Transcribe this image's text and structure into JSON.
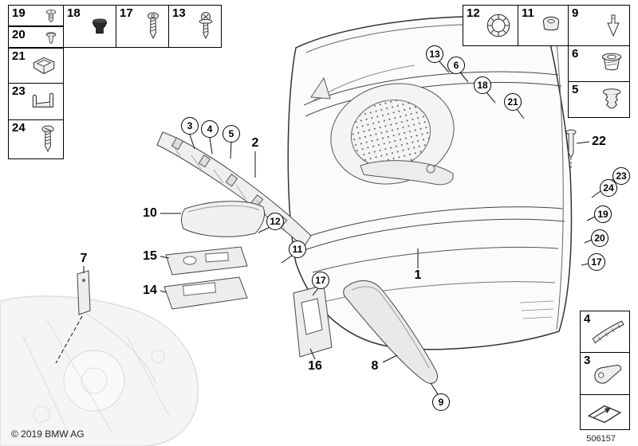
{
  "doc": {
    "copyright": "© 2019 BMW AG",
    "number": "506157"
  },
  "boxed": {
    "p19": {
      "label": "19",
      "icon": "expanding-rivet-icon"
    },
    "p20": {
      "label": "20",
      "icon": "expanding-clip-icon"
    },
    "p18": {
      "label": "18",
      "icon": "grommet-icon"
    },
    "p17": {
      "label": "17",
      "icon": "tapping-screw-icon"
    },
    "p13": {
      "label": "13",
      "icon": "washer-screw-icon"
    },
    "p21": {
      "label": "21",
      "icon": "clip-bracket-icon"
    },
    "p23": {
      "label": "23",
      "icon": "clamp-bracket-icon"
    },
    "p24": {
      "label": "24",
      "icon": "screw-icon"
    },
    "p12": {
      "label": "12",
      "icon": "lock-ring-icon"
    },
    "p11": {
      "label": "11",
      "icon": "cap-nut-icon"
    },
    "p9": {
      "label": "9",
      "icon": "retainer-clip-icon"
    },
    "p6": {
      "label": "6",
      "icon": "grommet-sleeve-icon"
    },
    "p5": {
      "label": "5",
      "icon": "expansion-plug-icon"
    },
    "p4": {
      "label": "4",
      "icon": "trim-strip-icon"
    },
    "p3": {
      "label": "3",
      "icon": "bracket-icon"
    }
  },
  "callouts": {
    "c3": "3",
    "c4": "4",
    "c5": "5",
    "c13": "13",
    "c6": "6",
    "c18": "18",
    "c21": "21",
    "c12": "12",
    "c11": "11",
    "c17a": "17",
    "c9": "9",
    "c23": "23",
    "c24": "24",
    "c19": "19",
    "c20": "20",
    "c17b": "17"
  },
  "labels": {
    "l1": "1",
    "l2": "2",
    "l7": "7",
    "l8": "8",
    "l10": "10",
    "l14": "14",
    "l15": "15",
    "l16": "16",
    "l22": "22"
  }
}
